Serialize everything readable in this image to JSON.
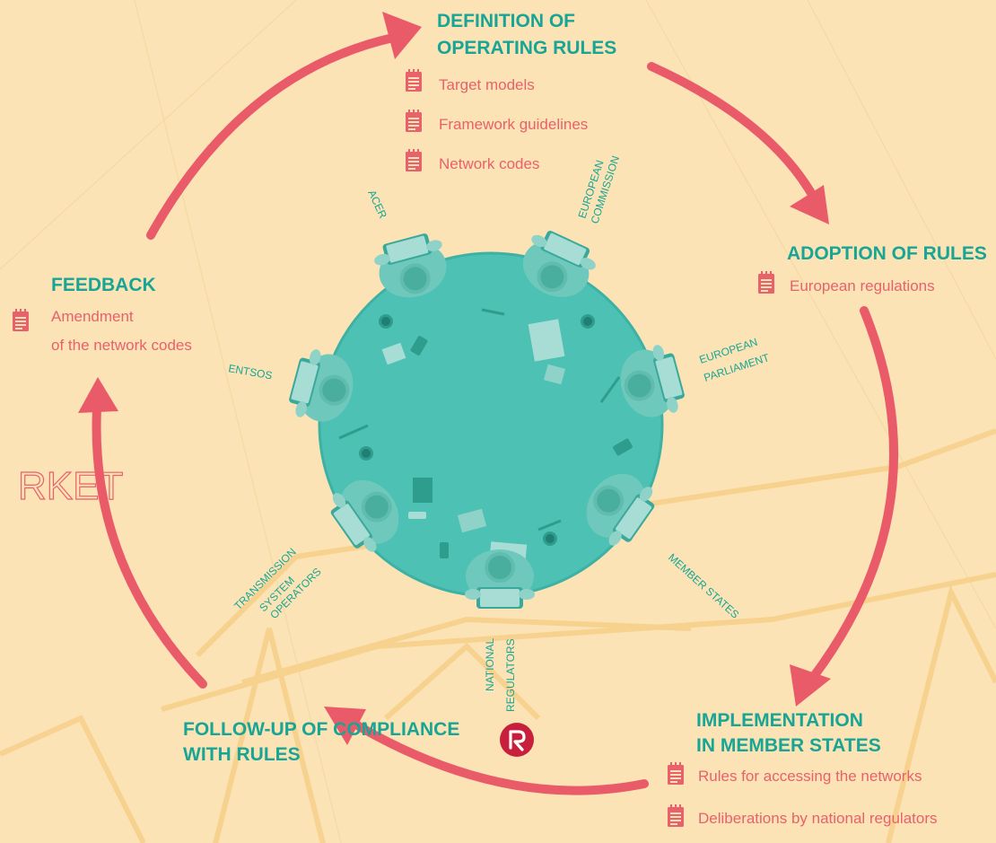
{
  "colors": {
    "background": "#fbe3b5",
    "arrow": "#ea5b6a",
    "accent_teal": "#18a596",
    "table": "#4dc1b4",
    "person": "#6ec9bc",
    "item_text": "#e8616b",
    "pylon": "#f5c97c"
  },
  "stages": {
    "definition": {
      "title_line1": "DEFINITION OF",
      "title_line2": "OPERATING RULES",
      "items": [
        "Target models",
        "Framework guidelines",
        "Network codes"
      ]
    },
    "adoption": {
      "title": "ADOPTION OF RULES",
      "items": [
        "European regulations"
      ]
    },
    "implementation": {
      "title_line1": "IMPLEMENTATION",
      "title_line2": "IN MEMBER STATES",
      "items": [
        "Rules for accessing the networks",
        "Deliberations by national regulators"
      ]
    },
    "follow_up": {
      "title_line1": "FOLLOW-UP OF COMPLIANCE",
      "title_line2": "WITH RULES"
    },
    "feedback": {
      "title": "FEEDBACK",
      "item_line1": "Amendment",
      "item_line2": "of the network codes"
    }
  },
  "actors": {
    "acer": "ACER",
    "european_commission_1": "EUROPEAN",
    "european_commission_2": "COMMISSION",
    "european_parliament_1": "EUROPEAN",
    "european_parliament_2": "PARLIAMENT",
    "entsos": "ENTSOS",
    "member_states": "MEMBER STATES",
    "tso_1": "TRANSMISSION",
    "tso_2": "SYSTEM",
    "tso_3": "OPERATORS",
    "national_regulators_1": "NATIONAL",
    "national_regulators_2": "REGULATORS"
  },
  "background_text": "RKET",
  "icons": {
    "document": "document-icon",
    "logo": "cre-logo-icon"
  }
}
